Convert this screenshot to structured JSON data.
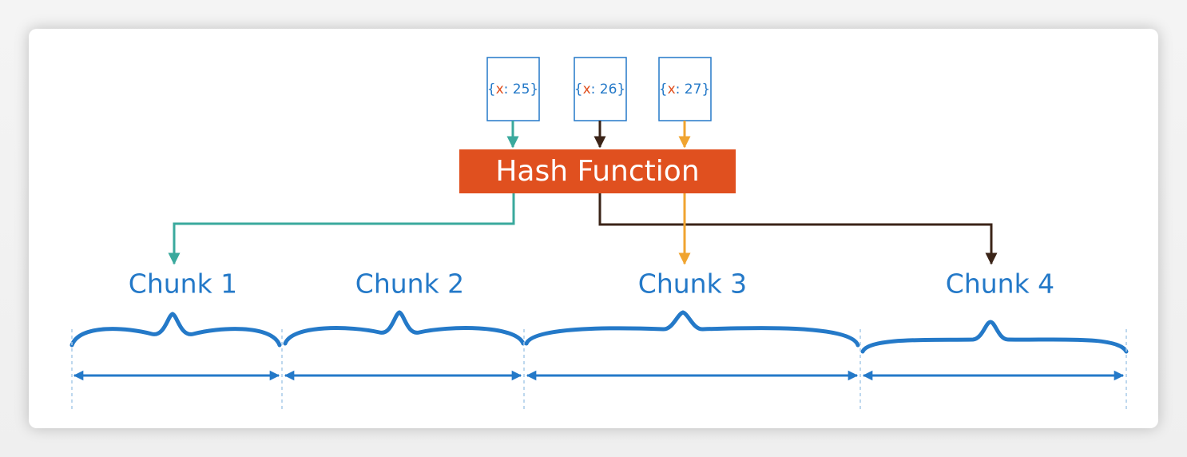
{
  "keys": [
    {
      "brace_open": "{",
      "name": "x",
      "sep": ": ",
      "value": "25",
      "brace_close": "}",
      "color": "#3aa99d"
    },
    {
      "brace_open": "{",
      "name": "x",
      "sep": ": ",
      "value": "26",
      "brace_close": "}",
      "color": "#3b2418"
    },
    {
      "brace_open": "{",
      "name": "x",
      "sep": ": ",
      "value": "27",
      "brace_close": "}",
      "color": "#f0a430"
    }
  ],
  "hash_function": {
    "label": "Hash Function",
    "color": "#e0501f"
  },
  "chunks": [
    {
      "label": "Chunk 1"
    },
    {
      "label": "Chunk 2"
    },
    {
      "label": "Chunk 3"
    },
    {
      "label": "Chunk 4"
    }
  ],
  "colors": {
    "chunk_blue": "#2479c8",
    "key_name": "#e0501f",
    "guide": "#a9cbe9"
  }
}
